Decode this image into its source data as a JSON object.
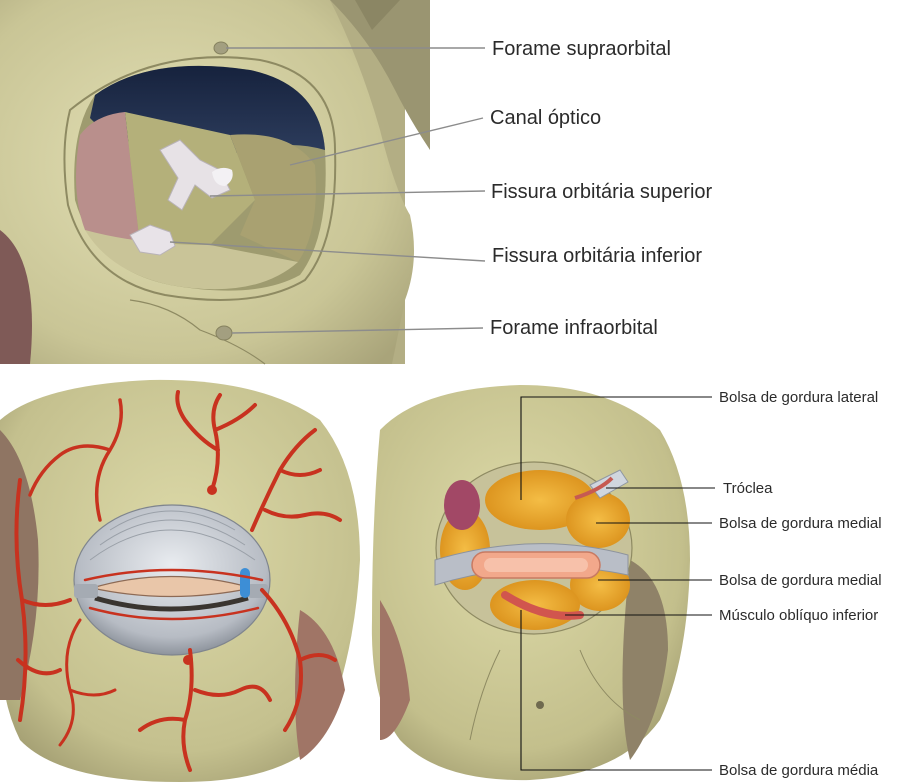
{
  "top_panel": {
    "labels": [
      "Forame supraorbital",
      "Canal óptico",
      "Fissura orbitária superior",
      "Fissura orbitária inferior",
      "Forame infraorbital"
    ]
  },
  "bottom_right_panel": {
    "labels": [
      "Bolsa de gordura lateral",
      "Tróclea",
      "Bolsa de gordura medial",
      "Bolsa de gordura medial",
      "Músculo oblíquo inferior",
      "Bolsa de gordura média"
    ]
  },
  "colors": {
    "bone": "#cdc99a",
    "bone_shadow": "#a9a47a",
    "orbit_dark": "#1f2d4a",
    "artery": "#c8321f",
    "fat": "#e9a22a",
    "muscle": "#b05a4a",
    "leader_top": "#8c8c8c",
    "leader_bottom": "#111111"
  }
}
